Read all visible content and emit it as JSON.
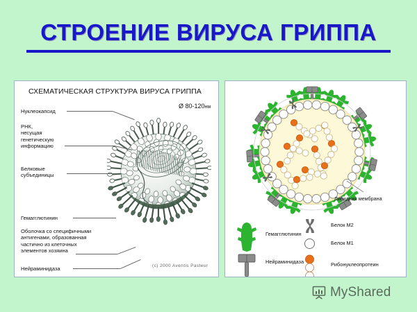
{
  "slide": {
    "title": "СТРОЕНИЕ ВИРУСА ГРИППА",
    "title_color": "#1818c8",
    "background_color": "#c3f5cd"
  },
  "left_panel": {
    "heading": "СХЕМАТИЧЕСКАЯ СТРУКТУРА ВИРУСА ГРИППА",
    "diameter": "Ø 80-120",
    "diameter_unit": "нм",
    "copyright": "(c) 2000 Aventis Pasteur",
    "labels": [
      {
        "id": "nucleocapsid",
        "text": "Нуклеокапсид"
      },
      {
        "id": "rna",
        "text": "РНК,\nнесущая\nгенетическую\nинформацию"
      },
      {
        "id": "protein-subunits",
        "text": "Белковые\nсубъединицы"
      },
      {
        "id": "hemagglutinin",
        "text": "Гемагглютинин"
      },
      {
        "id": "envelope",
        "text": "Оболочка со специфичными\nантигенами, образованная\nчастично из клеточных\nэлементов хозяина"
      },
      {
        "id": "neuraminidase",
        "text": "Нейраминидаза"
      }
    ]
  },
  "right_panel": {
    "membrane_label": "Липидная мембрана",
    "legend": [
      {
        "id": "hemagglutinin",
        "label": "Гемагглютинин",
        "color": "#2cb431",
        "icon": "hemagglutinin-spike-icon"
      },
      {
        "id": "neuraminidase",
        "label": "Нейраминидаза",
        "color": "#808080",
        "icon": "neuraminidase-mushroom-icon"
      },
      {
        "id": "protein-m2",
        "label": "Белок М2",
        "color": "#767676",
        "icon": "m2-hourglass-icon"
      },
      {
        "id": "protein-m1",
        "label": "Белок М1",
        "color": "#ffffff",
        "icon": "m1-circle-icon"
      },
      {
        "id": "ribonucleoprotein",
        "label": "Рибонуклеопротеин",
        "color": "#e8701a",
        "icon": "rnp-chain-icon"
      }
    ],
    "colors": {
      "cytoplasm": "#fbf3c4",
      "spike_green": "#2cb431",
      "neuraminidase_gray": "#808080",
      "rnp_orange": "#e8701a"
    }
  },
  "watermark": {
    "text": "MyShared",
    "icon": "presentation-board-icon",
    "color": "#5a6b5c"
  }
}
